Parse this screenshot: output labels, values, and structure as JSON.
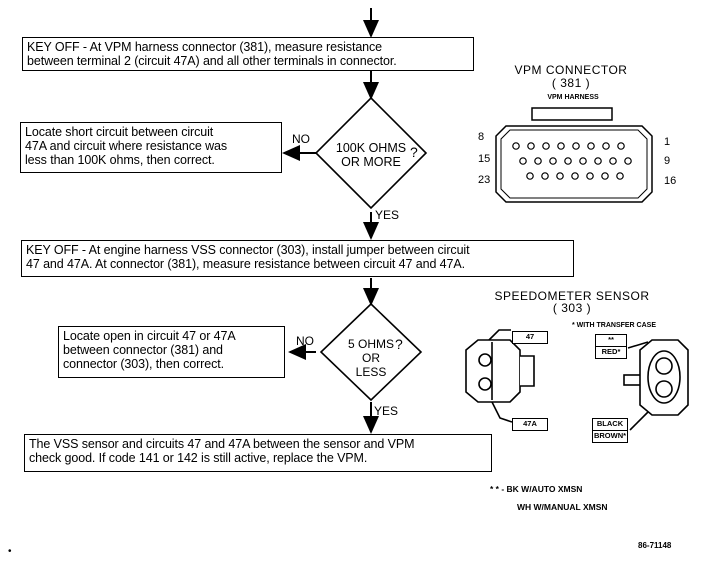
{
  "flow": {
    "step1": "KEY OFF - At VPM harness connector (381), measure resistance\nbetween terminal 2 (circuit 47A) and all other terminals in connector.",
    "decision1": "100K OHMS\nOR MORE",
    "decision1_mark": "?",
    "no1_box": "Locate short circuit between circuit\n47A and circuit where resistance was\nless than 100K ohms, then correct.",
    "no_label": "NO",
    "yes_label": "YES",
    "step2": "KEY OFF - At engine harness VSS connector (303), install jumper between circuit\n47 and 47A. At connector (381), measure resistance between circuit 47 and 47A.",
    "decision2": "5 OHMS\nOR\nLESS",
    "decision2_mark": "?",
    "no2_box": "Locate open in circuit 47 or 47A\nbetween connector (381) and\nconnector (303), then correct.",
    "final_box": "The VSS sensor and circuits 47 and 47A between the sensor and VPM\ncheck good. If code 141 or 142 is still active, replace the VPM."
  },
  "vpm_connector": {
    "title": "VPM  CONNECTOR\n( 381 )",
    "subtitle": "VPM HARNESS",
    "pins_left": [
      "8",
      "15",
      "23"
    ],
    "pins_right": [
      "1",
      "9",
      "16"
    ]
  },
  "speedo": {
    "title": "SPEEDOMETER  SENSOR\n( 303 )",
    "note": "* WITH TRANSFER CASE",
    "wire_47": "47",
    "wire_47a": "47A",
    "tag_star": "**",
    "tag_red": "RED*",
    "tag_black": "BLACK",
    "tag_brown": "BROWN*"
  },
  "legend": {
    "line1": "* * - BK W/AUTO XMSN",
    "line2": "WH W/MANUAL XMSN"
  },
  "figure_id": "86-71148",
  "bullet": "•"
}
